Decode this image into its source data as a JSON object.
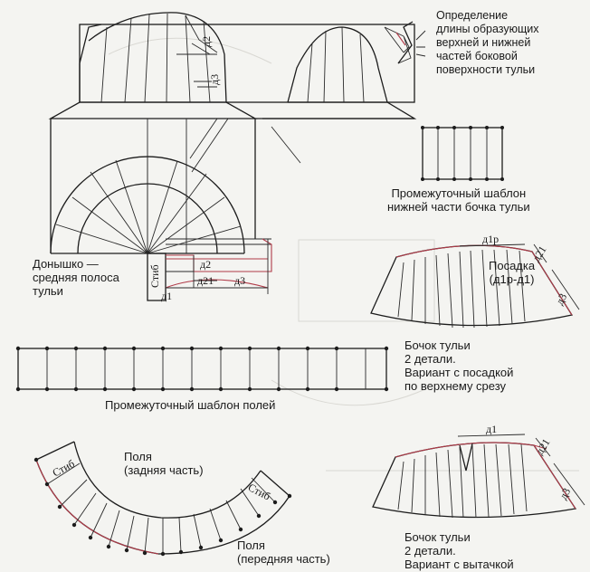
{
  "colors": {
    "ink": "#1c1c1c",
    "accent_red": "#b03a48",
    "paper": "#f4f4f1"
  },
  "labels": {
    "def_1": "Определение",
    "def_2": "длины образующих",
    "def_3": "верхней и нижней",
    "def_4": "частей боковой",
    "def_5": "поверхности тульи",
    "template_low_1": "Промежуточный шаблон",
    "template_low_2": "нижней части бочка тульи",
    "donyshko_1": "Донышко —",
    "donyshko_2": "средняя полоса",
    "donyshko_3": "тульи",
    "fold": "Стиб",
    "posadka_1": "Посадка",
    "posadka_2": "(д1р-д1)",
    "bochok_a_1": "Бочок тульи",
    "bochok_a_2": "2 детали.",
    "bochok_a_3": "Вариант с посадкой",
    "bochok_a_4": "по верхнему срезу",
    "fields_template": "Промежуточный шаблон полей",
    "fold_left": "Стиб",
    "fold_right": "Стиб",
    "fields_back_1": "Поля",
    "fields_back_2": "(задняя часть)",
    "fields_front_1": "Поля",
    "fields_front_2": "(передняя часть)",
    "bochok_b_1": "Бочок тульи",
    "bochok_b_2": "2 детали.",
    "bochok_b_3": "Вариант с вытачкой"
  },
  "dims": {
    "d2": "д2",
    "d3": "д3",
    "d1": "д1",
    "d21": "д21",
    "d1p": "д1р",
    "d2_b": "д2",
    "d21_b": "д21",
    "d3_b": "д3",
    "d1_b": "д1",
    "d21_c": "д21",
    "d3_c": "д3"
  }
}
